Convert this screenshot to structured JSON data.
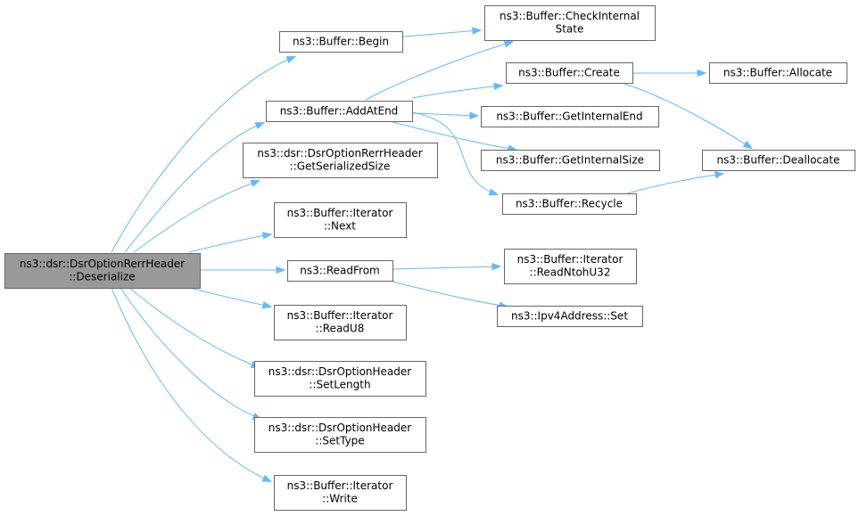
{
  "nodes": [
    {
      "id": "root",
      "lines": [
        "ns3::dsr::DsrOptionRerrHeader",
        "::Deserialize"
      ]
    },
    {
      "id": "begin",
      "lines": [
        "ns3::Buffer::Begin"
      ]
    },
    {
      "id": "checkinternal",
      "lines": [
        "ns3::Buffer::CheckInternal",
        "State"
      ]
    },
    {
      "id": "addatend",
      "lines": [
        "ns3::Buffer::AddAtEnd"
      ]
    },
    {
      "id": "create",
      "lines": [
        "ns3::Buffer::Create"
      ]
    },
    {
      "id": "allocate",
      "lines": [
        "ns3::Buffer::Allocate"
      ]
    },
    {
      "id": "getinternalend",
      "lines": [
        "ns3::Buffer::GetInternalEnd"
      ]
    },
    {
      "id": "getserializedsize",
      "lines": [
        "ns3::dsr::DsrOptionRerrHeader",
        "::GetSerializedSize"
      ]
    },
    {
      "id": "getinternalsize",
      "lines": [
        "ns3::Buffer::GetInternalSize"
      ]
    },
    {
      "id": "deallocate",
      "lines": [
        "ns3::Buffer::Deallocate"
      ]
    },
    {
      "id": "recycle",
      "lines": [
        "ns3::Buffer::Recycle"
      ]
    },
    {
      "id": "next",
      "lines": [
        "ns3::Buffer::Iterator",
        "::Next"
      ]
    },
    {
      "id": "readfrom",
      "lines": [
        "ns3::ReadFrom"
      ]
    },
    {
      "id": "readntohu32",
      "lines": [
        "ns3::Buffer::Iterator",
        "::ReadNtohU32"
      ]
    },
    {
      "id": "ipv4set",
      "lines": [
        "ns3::Ipv4Address::Set"
      ]
    },
    {
      "id": "readu8",
      "lines": [
        "ns3::Buffer::Iterator",
        "::ReadU8"
      ]
    },
    {
      "id": "setlength",
      "lines": [
        "ns3::dsr::DsrOptionHeader",
        "::SetLength"
      ]
    },
    {
      "id": "settype",
      "lines": [
        "ns3::dsr::DsrOptionHeader",
        "::SetType"
      ]
    },
    {
      "id": "write",
      "lines": [
        "ns3::Buffer::Iterator",
        "::Write"
      ]
    }
  ],
  "edges": [
    {
      "from": "root",
      "to": "begin"
    },
    {
      "from": "root",
      "to": "addatend"
    },
    {
      "from": "root",
      "to": "getserializedsize"
    },
    {
      "from": "root",
      "to": "next"
    },
    {
      "from": "root",
      "to": "readfrom"
    },
    {
      "from": "root",
      "to": "readu8"
    },
    {
      "from": "root",
      "to": "setlength"
    },
    {
      "from": "root",
      "to": "settype"
    },
    {
      "from": "root",
      "to": "write"
    },
    {
      "from": "begin",
      "to": "checkinternal"
    },
    {
      "from": "addatend",
      "to": "checkinternal"
    },
    {
      "from": "addatend",
      "to": "create"
    },
    {
      "from": "addatend",
      "to": "getinternalend"
    },
    {
      "from": "addatend",
      "to": "getinternalsize"
    },
    {
      "from": "addatend",
      "to": "recycle"
    },
    {
      "from": "create",
      "to": "allocate"
    },
    {
      "from": "create",
      "to": "deallocate"
    },
    {
      "from": "recycle",
      "to": "deallocate"
    },
    {
      "from": "readfrom",
      "to": "readntohu32"
    },
    {
      "from": "readfrom",
      "to": "ipv4set"
    }
  ],
  "colors": {
    "edge": "#63b8ff",
    "node_border": "#666666",
    "node_fill": "#ffffff",
    "root_fill": "#999999"
  }
}
